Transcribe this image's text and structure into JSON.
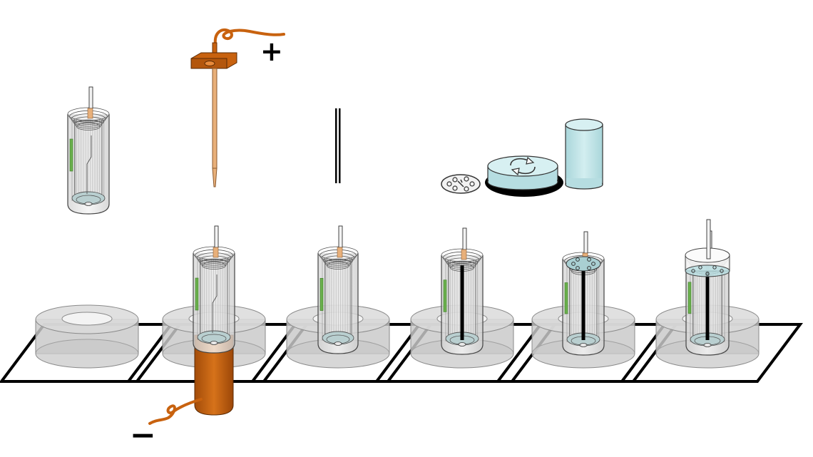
{
  "labels": {
    "positive": "+",
    "negative": "−"
  },
  "colors": {
    "copper": "#c8620f",
    "copper_dark": "#8a3f06",
    "wood": "#e8b07a",
    "glass": "#e6e6e6",
    "glass_stroke": "#555555",
    "ring": "#cfcfcf",
    "cap": "#bfe3e6",
    "membrane": "#6ab04c",
    "black": "#000000"
  },
  "icons": {
    "cap_symbol": "recycle-arrows-icon",
    "plate_symbol": "perforated-disc-icon"
  },
  "steps": [
    {
      "id": "step-1",
      "tube": false,
      "rod": false,
      "cap": false
    },
    {
      "id": "step-2",
      "tube": true,
      "rod": false,
      "cap": false,
      "copper_bottom": true
    },
    {
      "id": "step-3",
      "tube": true,
      "rod": false,
      "cap": false
    },
    {
      "id": "step-4",
      "tube": true,
      "rod": true,
      "cap": false
    },
    {
      "id": "step-5",
      "tube": true,
      "rod": true,
      "cap": "plate"
    },
    {
      "id": "step-6",
      "tube": true,
      "rod": true,
      "cap": "full"
    }
  ]
}
